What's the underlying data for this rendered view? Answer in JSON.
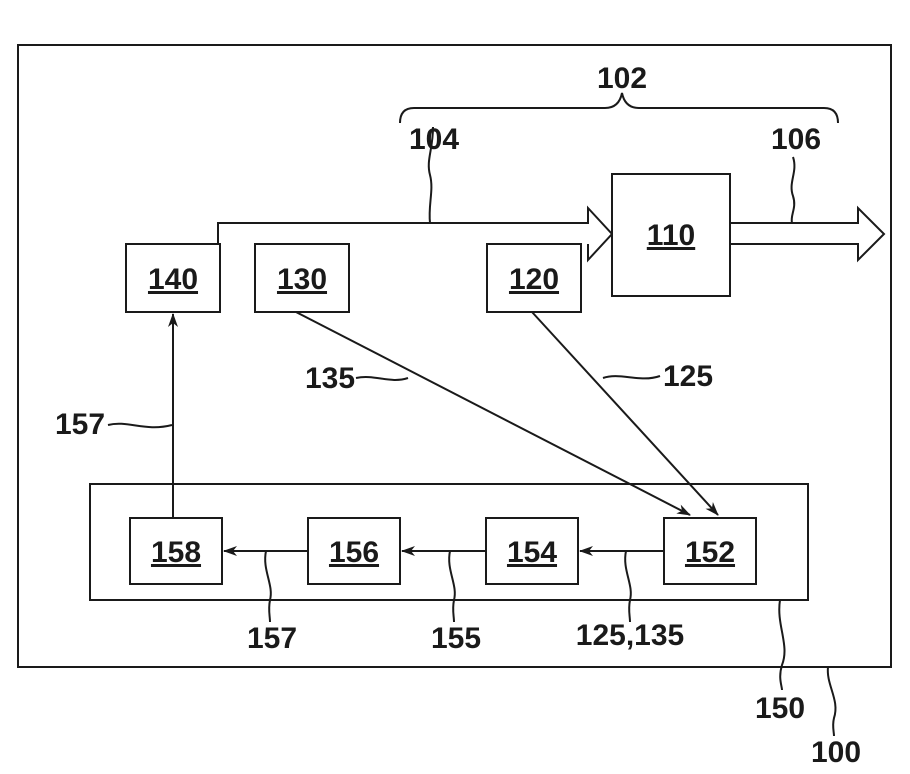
{
  "diagram": {
    "labels": {
      "system": "100",
      "path_group": "102",
      "input_path": "104",
      "output_path": "106",
      "unit_box": "150",
      "signal_135": "135",
      "signal_125": "125",
      "signal_157_left": "157",
      "signal_157_bottom": "157",
      "signal_155": "155",
      "signal_125_135": "125,135"
    },
    "boxes": {
      "b110": "110",
      "b120": "120",
      "b130": "130",
      "b140": "140",
      "b152": "152",
      "b154": "154",
      "b156": "156",
      "b158": "158"
    }
  }
}
